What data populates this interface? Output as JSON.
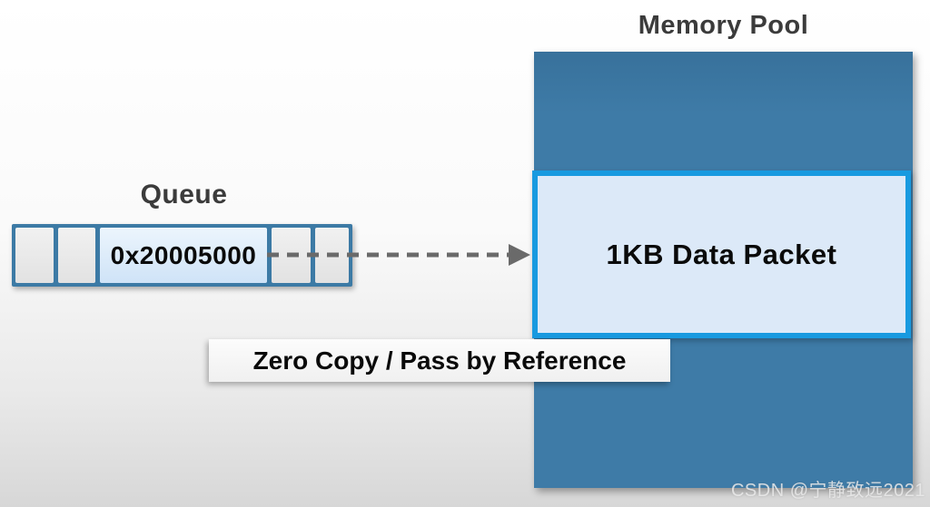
{
  "theme": {
    "pool_blue": "#3e7ba7",
    "pool_blue_dark": "#38719b",
    "packet_border": "#189ae0",
    "packet_fill": "#dce9f8",
    "queue_border": "#3c7aa5",
    "cell_gray_top": "#f1f1f1",
    "cell_gray_bottom": "#e2e2e2",
    "address_fill_top": "#ecf5fd",
    "address_fill_bottom": "#cfe3f7",
    "arrow_gray": "#6a6a6a",
    "title_gray": "#3b3b3b",
    "text_black": "#0a0a0a",
    "bg_top": "#ffffff",
    "bg_bottom": "#d7d7d7"
  },
  "memory_pool": {
    "title": "Memory Pool",
    "packet_label": "1KB Data Packet"
  },
  "queue": {
    "title": "Queue",
    "address": "0x20005000",
    "empty_cells_before": 2,
    "empty_cells_after": 2
  },
  "annotation": {
    "label": "Zero Copy / Pass by Reference"
  },
  "arrow": {
    "meaning": "reference-from-queue-to-packet",
    "style": "dashed",
    "color": "#6a6a6a"
  },
  "watermark": {
    "text": "CSDN @宁静致远2021"
  }
}
